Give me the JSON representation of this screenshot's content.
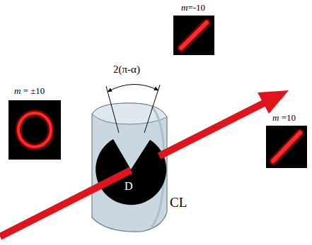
{
  "diagram": {
    "labels": [
      "m=-10",
      "2(π-α)",
      "m = ±10",
      "m =10",
      "D",
      "CL"
    ]
  }
}
